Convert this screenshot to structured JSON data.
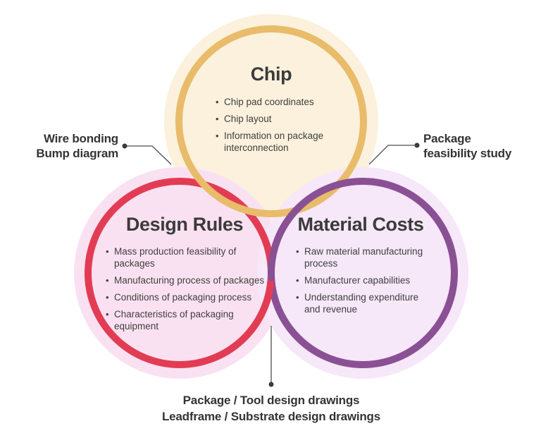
{
  "title_hint": "Three-circle venn diagram about chip packaging",
  "colors": {
    "background": "#ffffff",
    "text": "#3b3b3b",
    "connector": "#4d4d4d",
    "chip_ring": "#E8BC6A",
    "chip_fill": "#FBF1DC",
    "design_ring": "#E23C55",
    "design_fill": "#FAE1F1",
    "material_ring": "#8A5094",
    "material_fill": "#F6E7F9"
  },
  "circles": [
    {
      "title": "Chip",
      "items": [
        "Chip pad coordinates",
        "Chip layout",
        "Information on package interconnection"
      ]
    },
    {
      "title": "Design Rules",
      "items": [
        "Mass production feasibility of packages",
        "Manufacturing process of packages",
        "Conditions of packaging process",
        "Characteristics of packaging equipment"
      ]
    },
    {
      "title": "Material Costs",
      "items": [
        "Raw material manufacturing process",
        "Manufacturer capabilities",
        "Understanding expenditure and revenue"
      ]
    }
  ],
  "labels": {
    "left": {
      "lines": [
        "Wire bonding",
        "Bump diagram"
      ]
    },
    "right": {
      "lines": [
        "Package",
        "feasibility study"
      ]
    },
    "bottom": {
      "lines": [
        "Package / Tool design drawings",
        "Leadframe / Substrate design drawings"
      ]
    }
  }
}
